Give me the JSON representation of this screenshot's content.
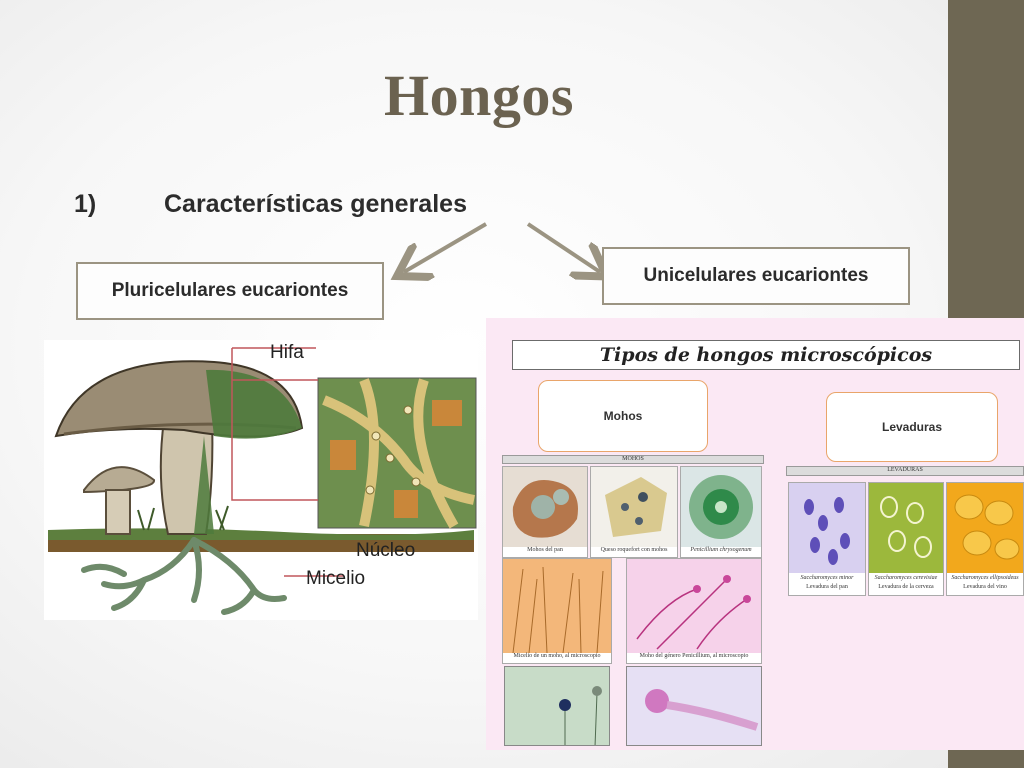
{
  "slide": {
    "title": "Hongos",
    "point_number": "1)",
    "point_text": "Características generales",
    "box_left": "Pluricelulares eucariontes",
    "box_right": "Unicelulares eucariontes"
  },
  "mushroom_figure": {
    "labels": [
      "Hifa",
      "Núcleo",
      "Micelio"
    ]
  },
  "micro_panel": {
    "heading": "Tipos de hongos microscópicos",
    "category_mohos": "Mohos",
    "category_levaduras": "Levaduras",
    "strip_mohos": "MOHOS",
    "strip_levaduras": "LEVADURAS",
    "mohos_captions": [
      "Mohos del pan",
      "Queso roquefort con mohos",
      "Penicillium chrysogenum",
      "Micelio de un moho, al microscopio",
      "Moho del género Penicillium, al microscopio"
    ],
    "levaduras_captions": [
      [
        "Saccharomyces minor",
        "Levadura del pan"
      ],
      [
        "Saccharomyces cerevisiae",
        "Levadura de la cerveza"
      ],
      [
        "Saccharomyces ellipsoideus",
        "Levadura del vino"
      ]
    ]
  },
  "colors": {
    "accent_bar": "#6e6753",
    "title": "#6b6250",
    "arrow": "#9b9482"
  }
}
